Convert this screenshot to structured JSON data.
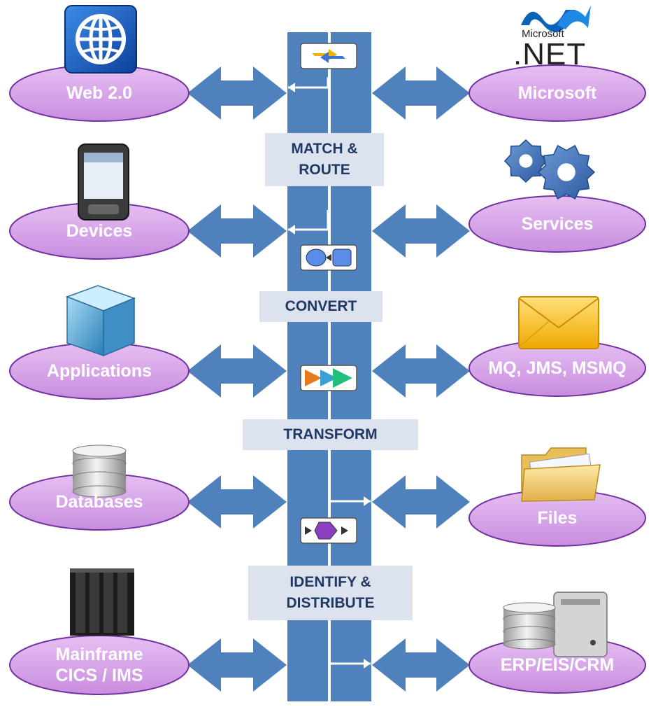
{
  "diagram": {
    "colors": {
      "bus": "#4f81bd",
      "connector": "#4f81bd",
      "ellipse_fill": "#d9a6e8",
      "ellipse_stroke": "#7030a0",
      "stage_fill": "#dde3ee",
      "stage_text": "#1f3864",
      "node_text": "#ffffff"
    },
    "left_nodes": [
      {
        "label": "Web 2.0",
        "icon": "globe-icon"
      },
      {
        "label": "Devices",
        "icon": "smartphone-icon"
      },
      {
        "label": "Applications",
        "icon": "cube-icon"
      },
      {
        "label": "Databases",
        "icon": "database-icon"
      },
      {
        "label": "Mainframe\nCICS / IMS",
        "icon": "mainframe-server-icon"
      }
    ],
    "right_nodes": [
      {
        "label": "Microsoft",
        "icon": "dotnet-logo"
      },
      {
        "label": "Services",
        "icon": "gears-icon"
      },
      {
        "label": "MQ, JMS, MSMQ",
        "icon": "envelope-icon"
      },
      {
        "label": "Files",
        "icon": "folder-icon"
      },
      {
        "label": "ERP/EIS/CRM",
        "icon": "server-database-icon"
      }
    ],
    "stages": [
      {
        "label": "MATCH &\nROUTE",
        "icon": "route-icon"
      },
      {
        "label": "CONVERT",
        "icon": "convert-icon"
      },
      {
        "label": "TRANSFORM",
        "icon": "transform-icon"
      },
      {
        "label": "IDENTIFY &\nDISTRIBUTE",
        "icon": "distribute-icon"
      }
    ],
    "dotnet_logo": {
      "brand": "Microsoft",
      "text": ".NET"
    }
  }
}
